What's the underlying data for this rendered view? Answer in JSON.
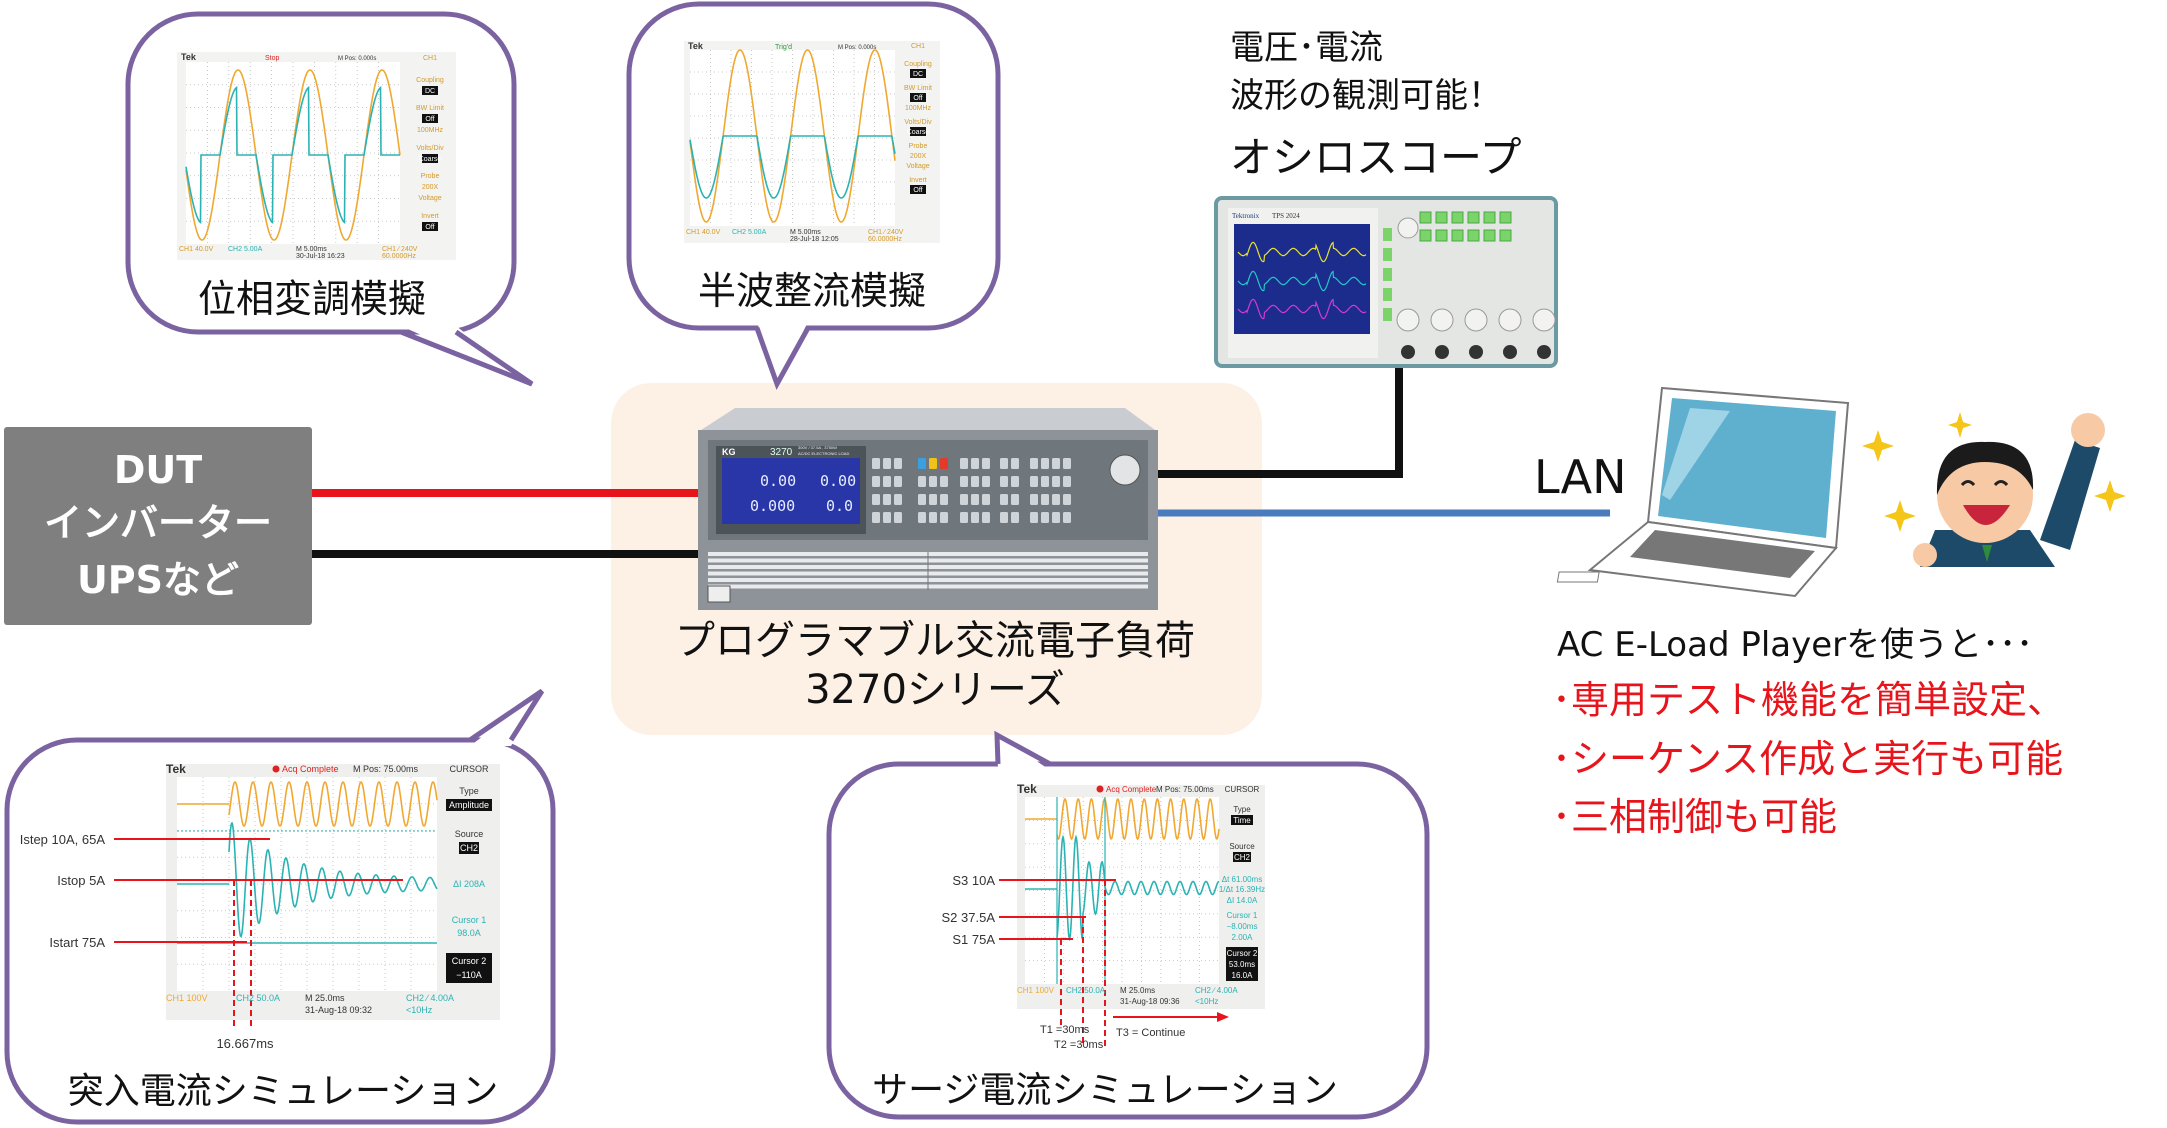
{
  "colors": {
    "bubble_border": "#7a63a0",
    "highlight_box": "#fdf1e6",
    "dut_box": "#7f7f7f",
    "line_red": "#e8141c",
    "line_black": "#111111",
    "line_lan": "#4a7bbd",
    "ch1_orange": "#f0a830",
    "ch2_cyan": "#2bb3b3",
    "accent_red_text": "#e8141c"
  },
  "dut": {
    "line1": "DUT",
    "line2": "インバーター",
    "line3": "UPSなど"
  },
  "load": {
    "title": "プログラマブル交流電子負荷",
    "series": "3270シリーズ",
    "device": {
      "brand": "KG",
      "model": "3270",
      "spec": "300V / 37.5A , 3750W",
      "type": "AC/DC ELECTRONIC LOAD",
      "readout_v": "0.00",
      "readout_pf": "0.00",
      "readout_a": "0.000",
      "readout_w": "0.0"
    }
  },
  "oscilloscope": {
    "note_line1": "電圧･電流",
    "note_line2": "波形の観測可能！",
    "title": "オシロスコープ",
    "device": {
      "brand": "Tektronix",
      "model": "TPS 2024"
    }
  },
  "lan_label": "LAN",
  "player": {
    "intro": "AC E-Load Playerを使うと･･･",
    "features": [
      "･専用テスト機能を簡単設定、",
      "･シーケンス作成と実行も可能",
      "･三相制御も可能"
    ]
  },
  "bubbles": {
    "phase": {
      "label": "位相変調模擬",
      "scope": {
        "tek": "Tek",
        "status": "Stop",
        "mpos": "M Pos: 0.000s",
        "menu": [
          "CH1",
          "Coupling",
          "DC",
          "BW Limit",
          "Off",
          "100MHz",
          "Volts/Div",
          "Coarse",
          "Probe",
          "200X",
          "Voltage",
          "Invert",
          "Off"
        ],
        "ch1": "CH1  40.0V",
        "ch2": "CH2  5.00A",
        "time": "M 5.00ms",
        "date": "30-Jul-18 16:23",
        "trig": "CH1 ∕ 240V",
        "freq": "60.0000Hz"
      }
    },
    "halfwave": {
      "label": "半波整流模擬",
      "scope": {
        "tek": "Tek",
        "status": "Trig'd",
        "mpos": "M Pos: 0.000s",
        "menu": [
          "CH1",
          "Coupling",
          "DC",
          "BW Limit",
          "Off",
          "100MHz",
          "Volts/Div",
          "Coarse",
          "Probe",
          "200X",
          "Voltage",
          "Invert",
          "Off"
        ],
        "ch1": "CH1  40.0V",
        "ch2": "CH2  5.00A",
        "time": "M 5.00ms",
        "date": "28-Jul-18 12:05",
        "trig": "CH1 ∕ 240V",
        "freq": "60.0000Hz"
      }
    },
    "inrush": {
      "label": "突入電流シミュレーション",
      "scope": {
        "tek": "Tek",
        "status": "Acq Complete",
        "mpos": "M Pos: 75.00ms",
        "menu_title": "CURSOR",
        "type_label": "Type",
        "type_value": "Amplitude",
        "source_label": "Source",
        "source_value": "CH2",
        "delta": "ΔI 208A",
        "cursor1_label": "Cursor 1",
        "cursor1_value": "98.0A",
        "cursor2_label": "Cursor 2",
        "cursor2_value": "−110A",
        "ch1": "CH1  100V",
        "ch2": "CH2  50.0A",
        "time": "M 25.0ms",
        "date": "31-Aug-18 09:32",
        "trig": "CH2 ∕ 4.00A",
        "freq": "<10Hz"
      },
      "annotations": {
        "istep": "Istep 10A, 65A",
        "istop": "Istop 5A",
        "istart": "Istart 75A",
        "period": "16.667ms"
      }
    },
    "surge": {
      "label": "サージ電流シミュレーション",
      "scope": {
        "tek": "Tek",
        "status": "Acq Complete",
        "mpos": "M Pos: 75.00ms",
        "menu_title": "CURSOR",
        "type_label": "Type",
        "type_value": "Time",
        "source_label": "Source",
        "source_value": "CH2",
        "delta_t": "Δt 61.00ms",
        "inv_delta_t": "1/Δt 16.39Hz",
        "delta_i": "ΔI 14.0A",
        "cursor1_label": "Cursor 1",
        "cursor1_time": "−8.00ms",
        "cursor1_value": "2.00A",
        "cursor2_label": "Cursor 2",
        "cursor2_time": "53.0ms",
        "cursor2_value": "16.0A",
        "ch1": "CH1  100V",
        "ch2": "CH2  50.0A",
        "time": "M 25.0ms",
        "date": "31-Aug-18 09:36",
        "trig": "CH2 ∕ 4.00A",
        "freq": "<10Hz"
      },
      "annotations": {
        "s3": "S3 10A",
        "s2": "S2 37.5A",
        "s1": "S1 75A",
        "t1": "T1 =30ms",
        "t2": "T2 =30ms",
        "t3": "T3 = Continue"
      }
    }
  }
}
